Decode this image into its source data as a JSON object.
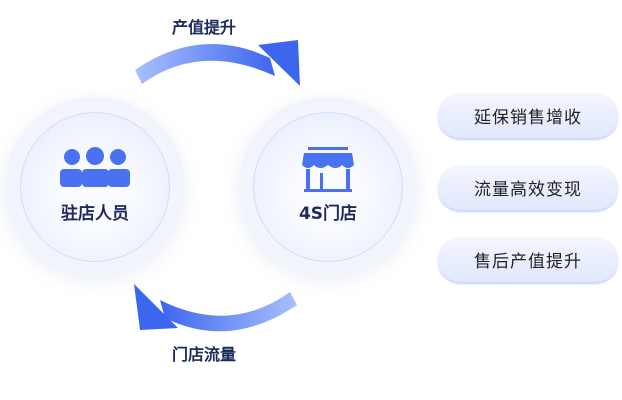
{
  "arrows": {
    "top_label": "产值提升",
    "bottom_label": "门店流量"
  },
  "nodes": [
    {
      "label": "驻店人员",
      "icon": "people-icon"
    },
    {
      "label": "4S门店",
      "icon": "store-icon"
    }
  ],
  "benefits": [
    "延保销售增收",
    "流量高效变现",
    "售后产值提升"
  ],
  "colors": {
    "accent": "#4a72f0",
    "text": "#1d2a5c"
  }
}
